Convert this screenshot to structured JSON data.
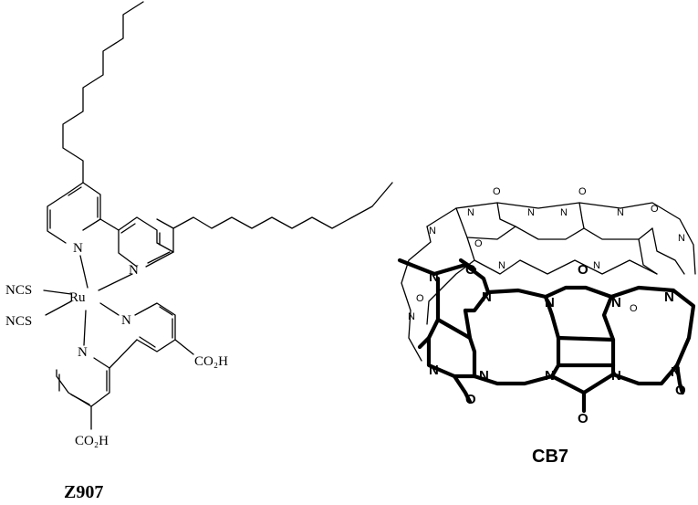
{
  "figure": {
    "left": {
      "label": "Z907",
      "atoms": {
        "ru": "Ru",
        "ncs1": "NCS",
        "ncs2": "NCS",
        "n": "N",
        "co2h": "CO₂H"
      }
    },
    "right": {
      "label": "CB7",
      "atoms": {
        "n": "N",
        "o": "O"
      }
    }
  }
}
